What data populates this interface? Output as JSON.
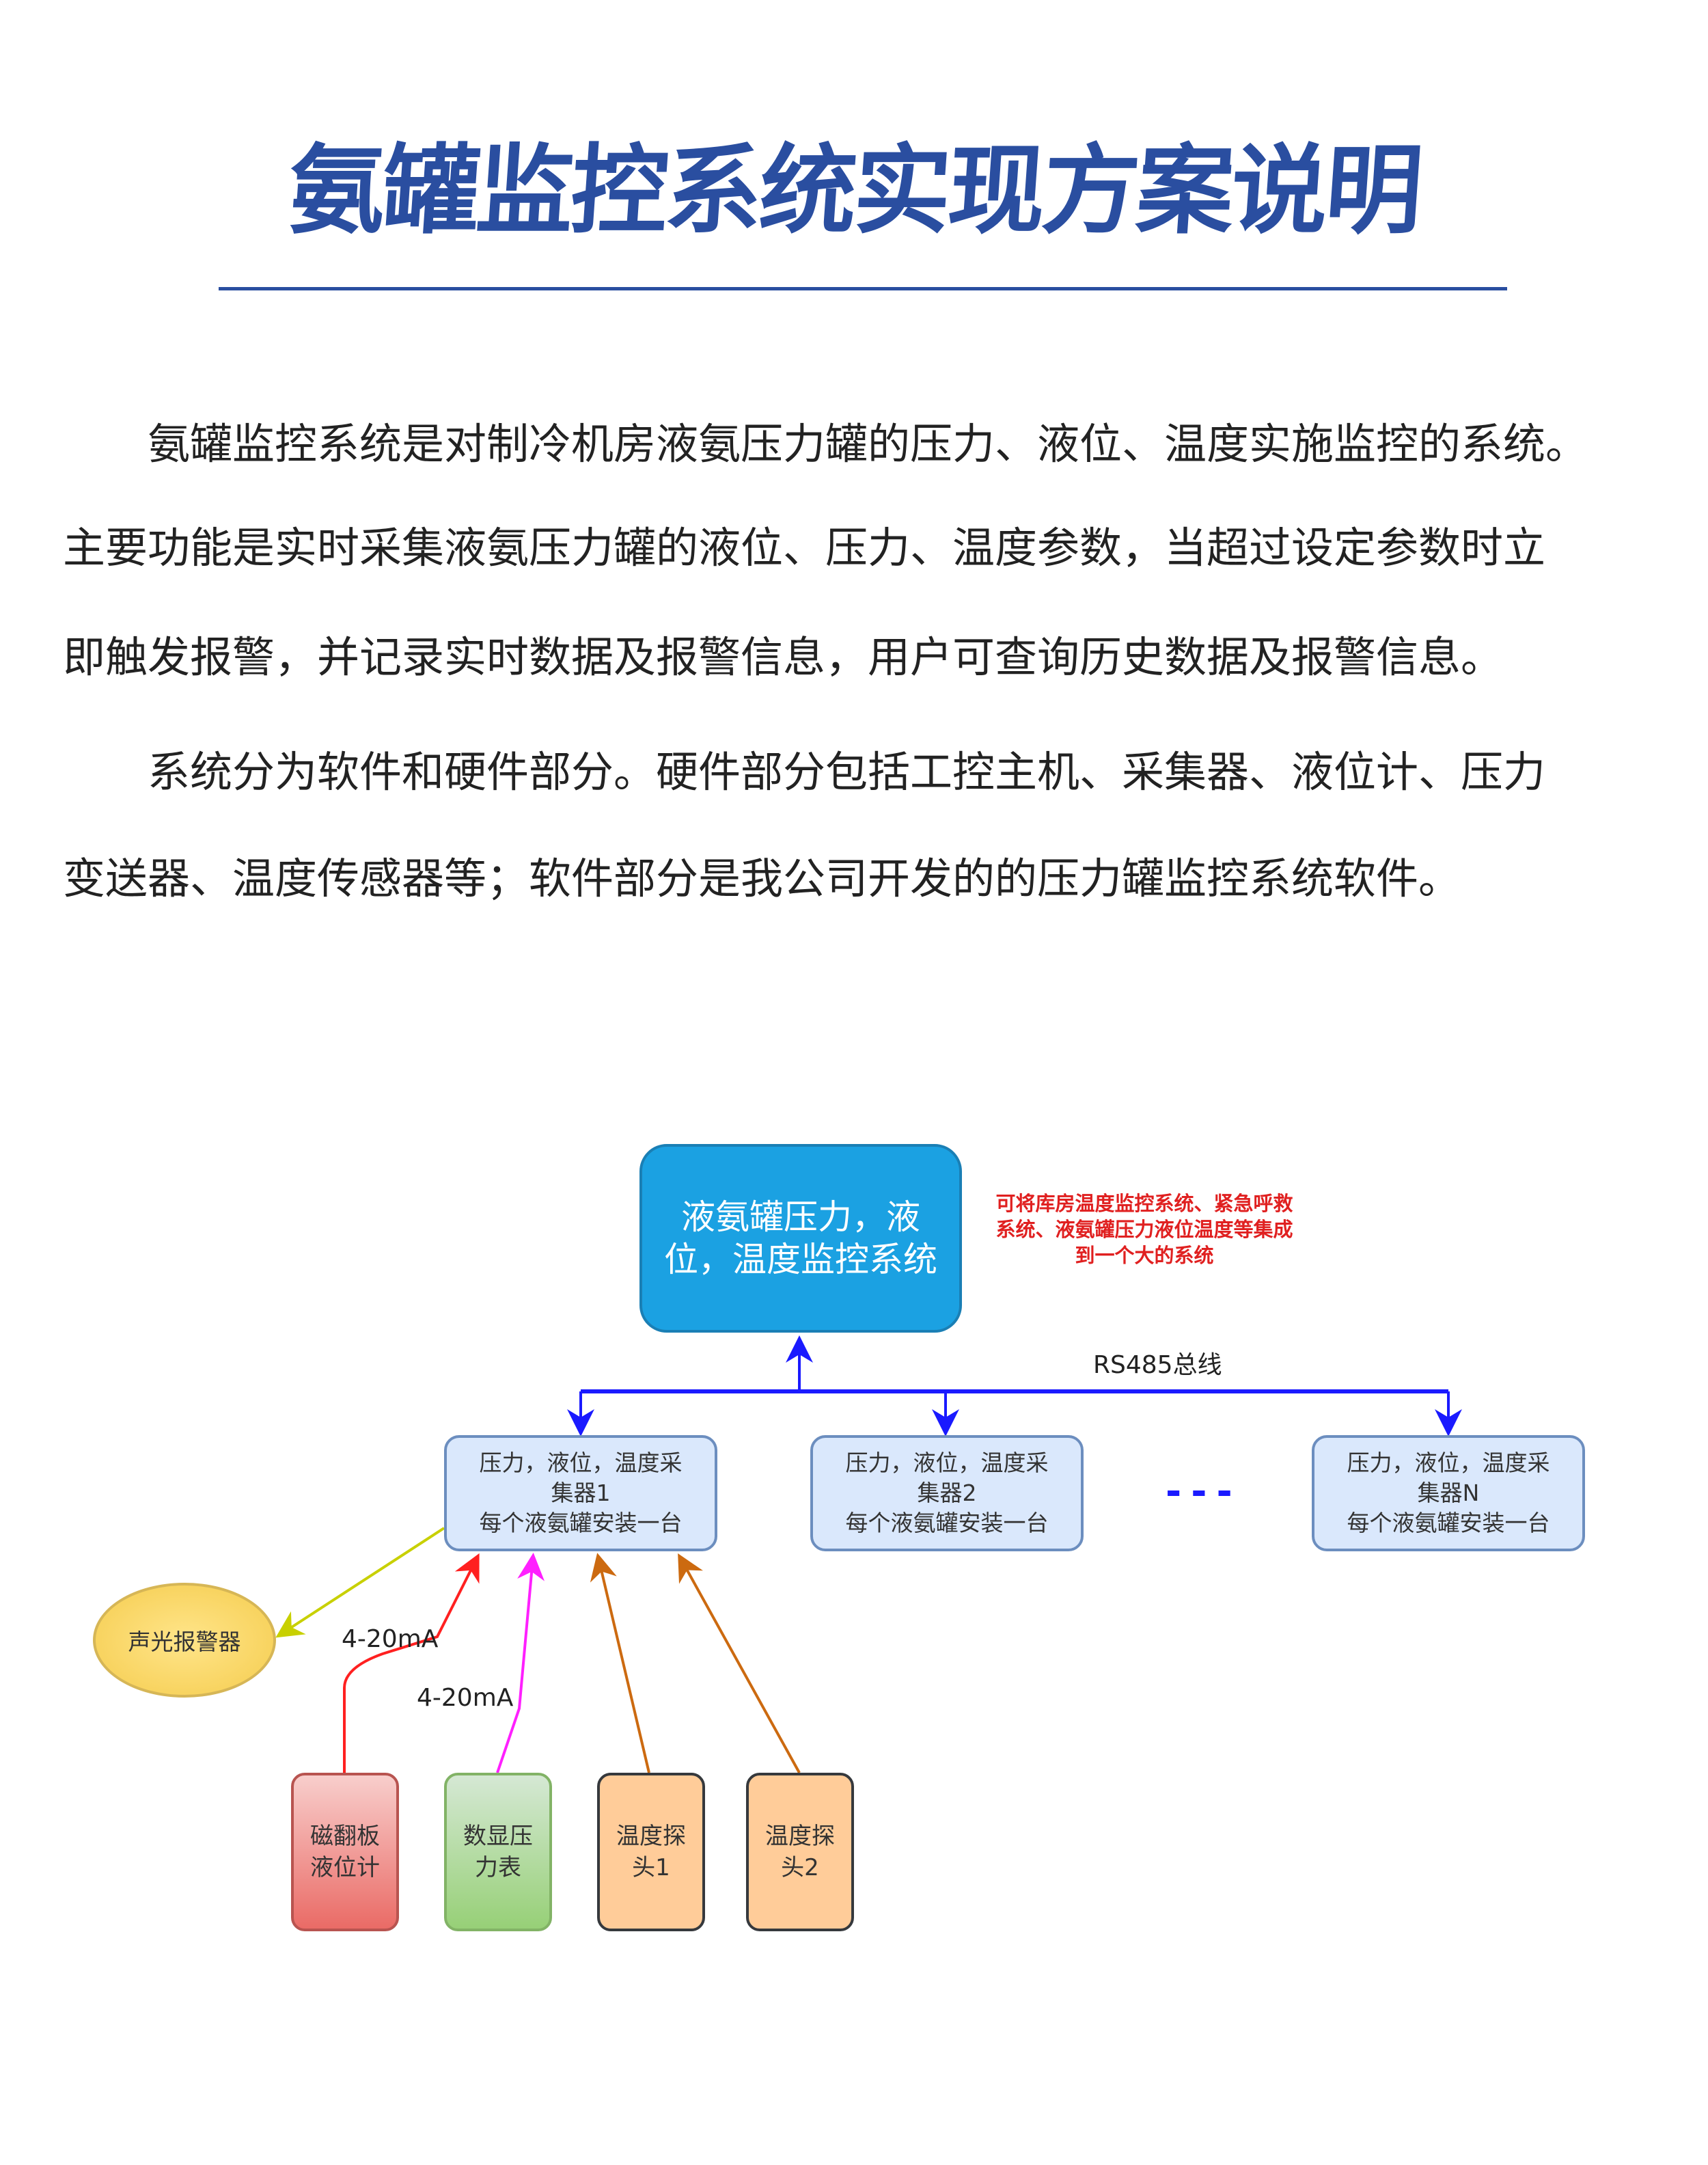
{
  "title": "氨罐监控系统实现方案说明",
  "paragraphs": [
    {
      "lines": [
        "　　氨罐监控系统是对制冷机房液氨压力罐的压力、液位、温度实施监控的系统。",
        "主要功能是实时采集液氨压力罐的液位、压力、温度参数，当超过设定参数时立",
        "即触发报警，并记录实时数据及报警信息，用户可查询历史数据及报警信息。"
      ]
    },
    {
      "lines": [
        "　　系统分为软件和硬件部分。硬件部分包括工控主机、采集器、液位计、压力",
        "变送器、温度传感器等；软件部分是我公司开发的的压力罐监控系统软件。"
      ]
    }
  ],
  "diagram": {
    "main_system": "液氨罐压力，液位，温度监控系统",
    "note": "可将库房温度监控系统、紧急呼救系统、液氨罐压力液位温度等集成到一个大的系统",
    "bus_label": "RS485总线",
    "collectors": [
      {
        "line1": "压力，液位，温度采",
        "line2": "集器1",
        "line3": "每个液氨罐安装一台"
      },
      {
        "line1": "压力，液位，温度采",
        "line2": "集器2",
        "line3": "每个液氨罐安装一台"
      },
      {
        "line1": "压力，液位，温度采",
        "line2": "集器N",
        "line3": "每个液氨罐安装一台"
      }
    ],
    "ellipsis": "---",
    "alarm": "声光报警器",
    "signal_labels": [
      "4-20mA",
      "4-20mA"
    ],
    "devices": [
      "磁翻板液位计",
      "数显压力表",
      "温度探头1",
      "温度探头2"
    ]
  },
  "colors": {
    "title": "#2a4ea0",
    "bus": "#1a1aff",
    "note": "#e02020"
  }
}
